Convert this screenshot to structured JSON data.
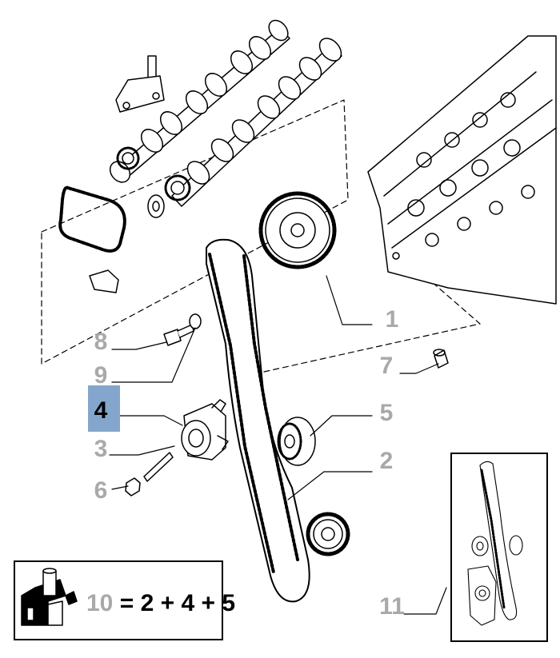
{
  "callouts": [
    {
      "id": "1",
      "label": "1",
      "active": false
    },
    {
      "id": "2",
      "label": "2",
      "active": false
    },
    {
      "id": "3",
      "label": "3",
      "active": false
    },
    {
      "id": "4",
      "label": "4",
      "active": true
    },
    {
      "id": "5",
      "label": "5",
      "active": false
    },
    {
      "id": "6",
      "label": "6",
      "active": false
    },
    {
      "id": "7",
      "label": "7",
      "active": false
    },
    {
      "id": "8",
      "label": "8",
      "active": false
    },
    {
      "id": "9",
      "label": "9",
      "active": false
    },
    {
      "id": "11",
      "label": "11",
      "active": false
    }
  ],
  "kit": {
    "number": "10",
    "formula": "= 2 + 4 + 5"
  },
  "colors": {
    "highlight": "#84a6cc",
    "callout_inactive": "#a9a9a9",
    "callout_active": "#000000",
    "line": "#000000"
  },
  "icons": [
    "kit-parts-icon"
  ]
}
